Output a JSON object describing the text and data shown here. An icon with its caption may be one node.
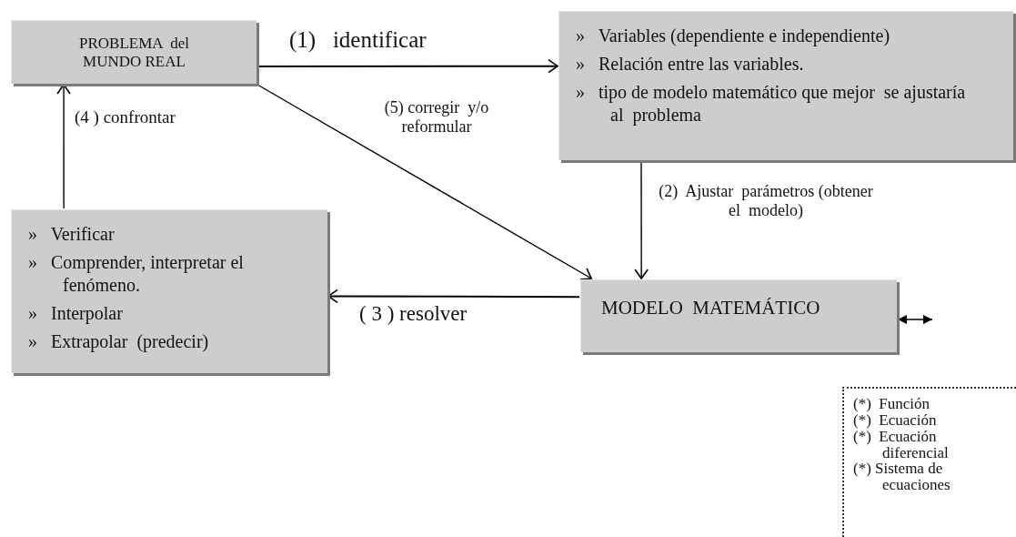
{
  "diagram": {
    "nodes": [
      {
        "text": [
          "PROBLEMA  del MUNDO REAL"
        ]
      },
      {
        "text": [
          "»   Variables (dependiente e independiente)",
          "»   Relación entre las variables.",
          "»   tipo de modelo matemático que mejor  se ajustaría  al  problema"
        ]
      },
      {
        "text": [
          "»   Verificar",
          "»   Comprender, interpretar el  fenómeno.",
          "»   Interpolar",
          "»   Extrapolar  (predecir)"
        ]
      },
      {
        "text": [
          "MODELO  MATEMÁTICO"
        ]
      },
      {
        "text": [
          "(*)  Función",
          "(*)  Ecuación",
          "(*)  Ecuación diferencial",
          "(*) Sistema de ecuaciones"
        ]
      }
    ],
    "edges": [
      {
        "from": 0,
        "to": 1,
        "arrow": "to",
        "label": "(1)   identificar"
      },
      {
        "from": 1,
        "to": 3,
        "arrow": "to",
        "label": "(2)  Ajustar  parámetros (obtener  el  modelo)"
      },
      {
        "from": 3,
        "to": 2,
        "arrow": "to",
        "label": "( 3 ) resolver"
      },
      {
        "from": 2,
        "to": 0,
        "arrow": "to",
        "label": "(4 ) confrontar"
      },
      {
        "from": 0,
        "to": 3,
        "arrow": "to",
        "label": "(5) corregir  y/o reformular"
      },
      {
        "from": 3,
        "to": null,
        "arrow": "both"
      }
    ]
  }
}
